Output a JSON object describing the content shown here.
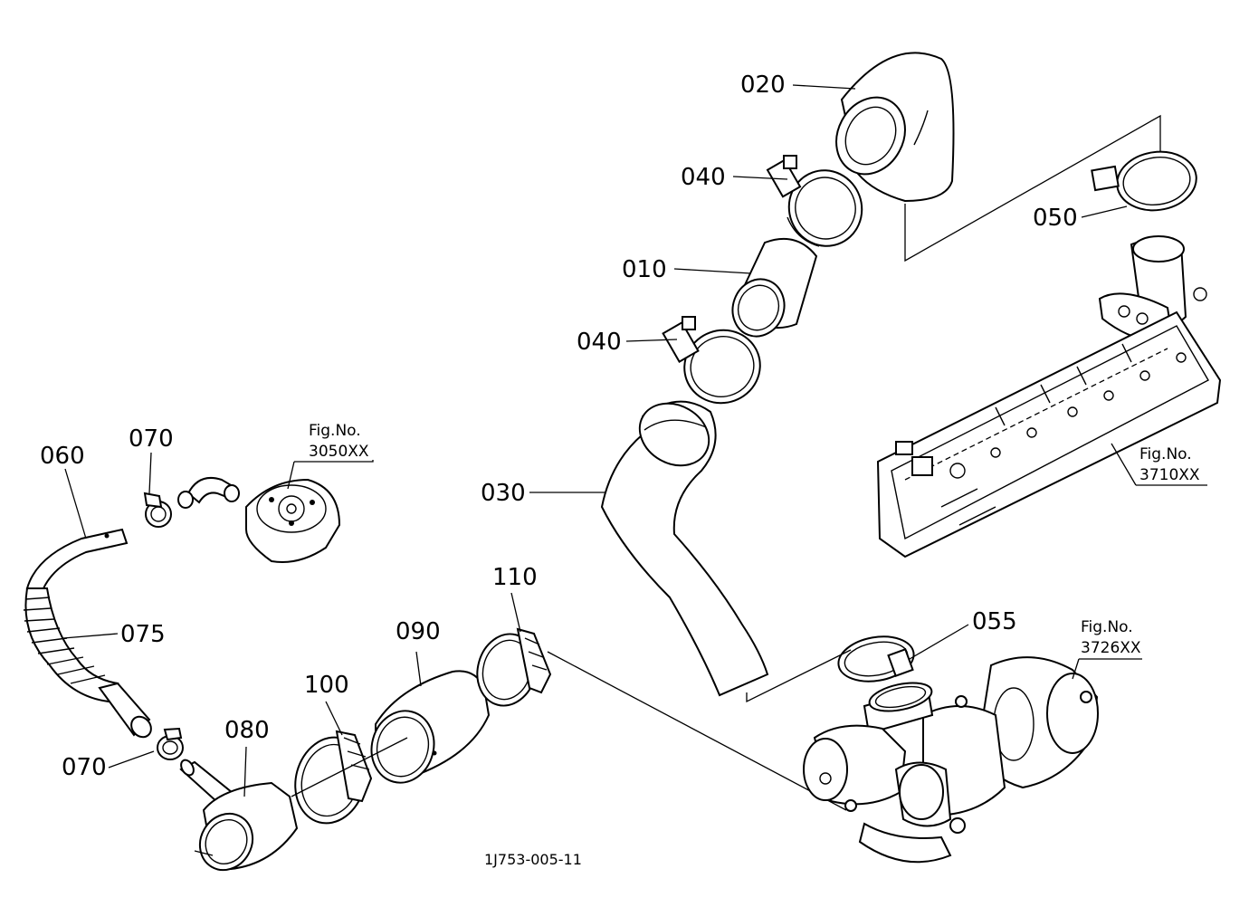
{
  "parts": [
    {
      "id": "p010",
      "label": "010"
    },
    {
      "id": "p020",
      "label": "020"
    },
    {
      "id": "p030",
      "label": "030"
    },
    {
      "id": "p040a",
      "label": "040"
    },
    {
      "id": "p040b",
      "label": "040"
    },
    {
      "id": "p050",
      "label": "050"
    },
    {
      "id": "p055",
      "label": "055"
    },
    {
      "id": "p060",
      "label": "060"
    },
    {
      "id": "p070a",
      "label": "070"
    },
    {
      "id": "p070b",
      "label": "070"
    },
    {
      "id": "p075",
      "label": "075"
    },
    {
      "id": "p080",
      "label": "080"
    },
    {
      "id": "p090",
      "label": "090"
    },
    {
      "id": "p100",
      "label": "100"
    },
    {
      "id": "p110",
      "label": "110"
    }
  ],
  "figure_refs": [
    {
      "id": "fig3050",
      "title": "Fig.No.",
      "number": "3050XX"
    },
    {
      "id": "fig3710",
      "title": "Fig.No.",
      "number": "3710XX"
    },
    {
      "id": "fig3726",
      "title": "Fig.No.",
      "number": "3726XX"
    }
  ],
  "drawing_code": "1J753-005-11"
}
